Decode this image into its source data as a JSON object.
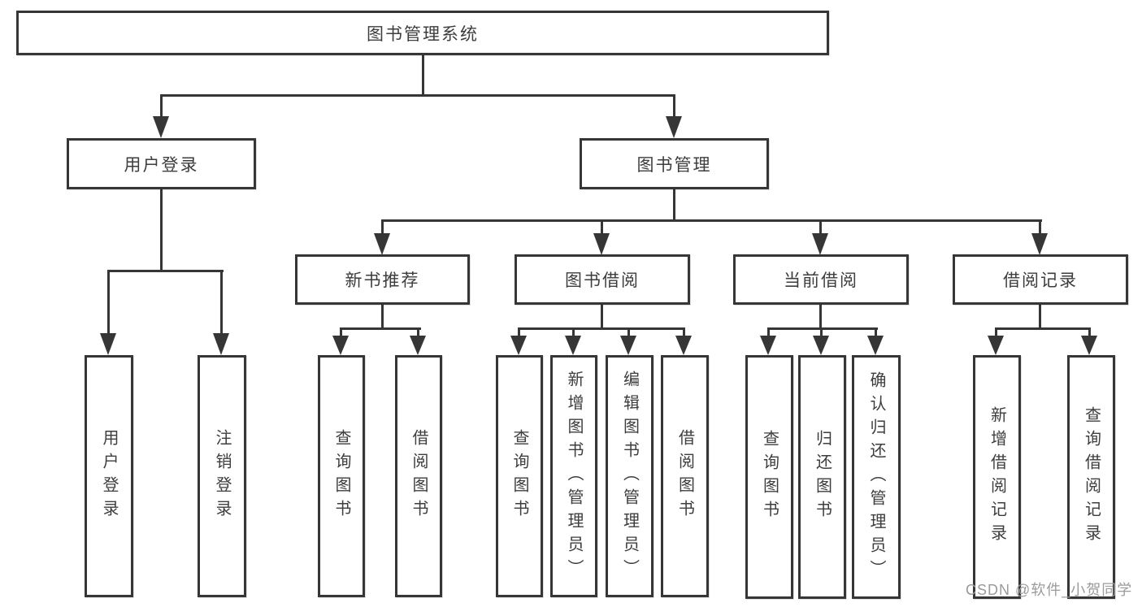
{
  "diagram": {
    "nodes": {
      "root": "图书管理系统",
      "user_login": "用户登录",
      "book_mgmt": "图书管理",
      "new_book_rec": "新书推荐",
      "book_borrow": "图书借阅",
      "current_borrow": "当前借阅",
      "borrow_records": "借阅记录",
      "leaf_user_login": "用户登录",
      "leaf_logout": "注销登录",
      "leaf_nb_query": "查询图书",
      "leaf_nb_borrow": "借阅图书",
      "leaf_bb_query": "查询图书",
      "leaf_bb_add": "新增图书（管理员）",
      "leaf_bb_edit": "编辑图书（管理员）",
      "leaf_bb_borrow": "借阅图书",
      "leaf_cb_query": "查询图书",
      "leaf_cb_return": "归还图书",
      "leaf_cb_confirm": "确认归还（管理员）",
      "leaf_br_add": "新增借阅记录",
      "leaf_br_query": "查询借阅记录"
    },
    "hierarchy": {
      "root": [
        "user_login",
        "book_mgmt"
      ],
      "user_login": [
        "leaf_user_login",
        "leaf_logout"
      ],
      "book_mgmt": [
        "new_book_rec",
        "book_borrow",
        "current_borrow",
        "borrow_records"
      ],
      "new_book_rec": [
        "leaf_nb_query",
        "leaf_nb_borrow"
      ],
      "book_borrow": [
        "leaf_bb_query",
        "leaf_bb_add",
        "leaf_bb_edit",
        "leaf_bb_borrow"
      ],
      "current_borrow": [
        "leaf_cb_query",
        "leaf_cb_return",
        "leaf_cb_confirm"
      ],
      "borrow_records": [
        "leaf_br_add",
        "leaf_br_query"
      ]
    },
    "watermark": "CSDN @软件_小贺同学",
    "colors": {
      "line": "#363636",
      "text": "#3d3d3d",
      "watermark": "#9b9b9b",
      "background": "#ffffff"
    }
  }
}
